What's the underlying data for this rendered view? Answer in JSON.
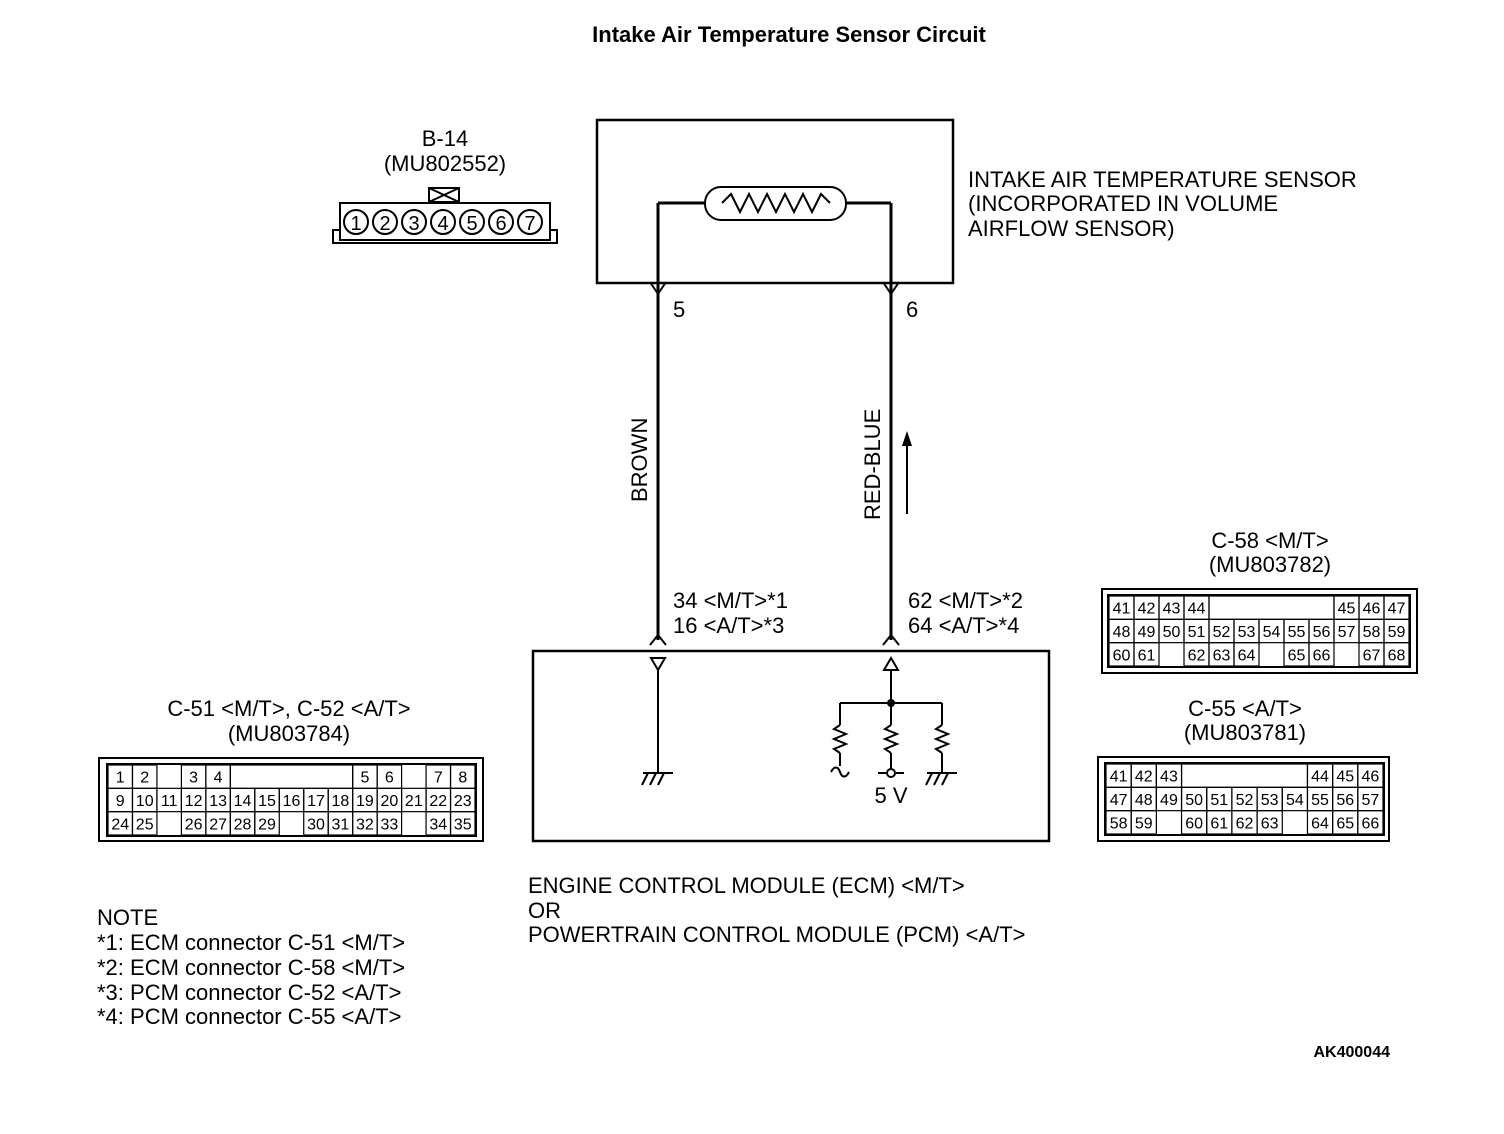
{
  "title": "Intake Air Temperature Sensor Circuit",
  "figure_code": "AK400044",
  "sensor": {
    "connector_id": "B-14",
    "part_number": "(MU802552)",
    "pins": [
      "1",
      "2",
      "3",
      "4",
      "5",
      "6",
      "7"
    ],
    "label_lines": [
      "INTAKE AIR TEMPERATURE SENSOR",
      "(INCORPORATED IN VOLUME",
      "AIRFLOW SENSOR)"
    ],
    "pin_left": "5",
    "pin_right": "6"
  },
  "wires": {
    "left_color": "BROWN",
    "right_color": "RED-BLUE"
  },
  "ecm_pins": {
    "left_lines": [
      "34 <M/T>*1",
      "16 <A/T>*3"
    ],
    "right_lines": [
      "62 <M/T>*2",
      "64 <A/T>*4"
    ]
  },
  "ecm": {
    "voltage": "5 V",
    "label_lines": [
      "ENGINE CONTROL MODULE (ECM) <M/T>",
      "OR",
      "POWERTRAIN CONTROL MODULE (PCM) <A/T>"
    ]
  },
  "connectors": {
    "c51": {
      "name": "C-51 <M/T>, C-52 <A/T>",
      "part": "(MU803784)",
      "rows": [
        [
          "1",
          "2",
          "",
          "3",
          "4",
          "",
          "",
          "",
          "",
          "",
          "5",
          "6",
          "",
          "7",
          "8"
        ],
        [
          "9",
          "10",
          "11",
          "12",
          "13",
          "14",
          "15",
          "16",
          "17",
          "18",
          "19",
          "20",
          "21",
          "22",
          "23"
        ],
        [
          "24",
          "25",
          "",
          "26",
          "27",
          "28",
          "29",
          "",
          "30",
          "31",
          "32",
          "33",
          "",
          "34",
          "35"
        ]
      ]
    },
    "c58": {
      "name": "C-58 <M/T>",
      "part": "(MU803782)",
      "rows": [
        [
          "41",
          "42",
          "43",
          "44",
          "",
          "",
          "",
          "",
          "",
          "45",
          "46",
          "47"
        ],
        [
          "48",
          "49",
          "50",
          "51",
          "52",
          "53",
          "54",
          "55",
          "56",
          "57",
          "58",
          "59"
        ],
        [
          "60",
          "61",
          "",
          "62",
          "63",
          "64",
          "",
          "65",
          "66",
          "",
          "67",
          "68"
        ]
      ]
    },
    "c55": {
      "name": "C-55 <A/T>",
      "part": "(MU803781)",
      "rows": [
        [
          "41",
          "42",
          "43",
          "",
          "",
          "",
          "",
          "",
          "44",
          "45",
          "46"
        ],
        [
          "47",
          "48",
          "49",
          "50",
          "51",
          "52",
          "53",
          "54",
          "55",
          "56",
          "57"
        ],
        [
          "58",
          "59",
          "",
          "60",
          "61",
          "62",
          "63",
          "",
          "64",
          "65",
          "66"
        ]
      ]
    }
  },
  "note": {
    "heading": "NOTE",
    "items": [
      "*1: ECM connector C-51 <M/T>",
      "*2: ECM connector C-58 <M/T>",
      "*3: PCM connector C-52 <A/T>",
      "*4: PCM connector C-55 <A/T>"
    ]
  }
}
